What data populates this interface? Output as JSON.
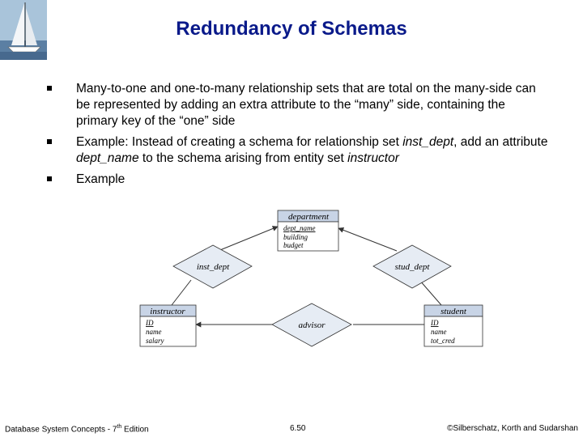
{
  "slide": {
    "title": "Redundancy of Schemas",
    "bullets": {
      "b1": "Many-to-one and one-to-many relationship sets that are total on the many-side can be represented by adding an extra attribute to the “many” side, containing the primary key of the “one” side",
      "b2_pre": "Example: Instead of creating a schema for relationship set ",
      "b2_rel": "inst_dept",
      "b2_mid": ", add an attribute ",
      "b2_attr": "dept_name",
      "b2_mid2": " to the schema arising from entity set ",
      "b2_ent": "instructor",
      "b3": "Example"
    }
  },
  "diagram": {
    "department": {
      "name": "department",
      "attributes": [
        "dept_name",
        "building",
        "budget"
      ]
    },
    "instructor": {
      "name": "instructor",
      "attributes": [
        "ID",
        "name",
        "salary"
      ]
    },
    "student": {
      "name": "student",
      "attributes": [
        "ID",
        "name",
        "tot_cred"
      ]
    },
    "relationships": {
      "inst_dept": "inst_dept",
      "stud_dept": "stud_dept",
      "advisor": "advisor"
    }
  },
  "footer": {
    "left_pre": "Database System Concepts - 7",
    "left_sup": "th",
    "left_post": " Edition",
    "page": "6.50",
    "copyright": "©Silberschatz, Korth and Sudarshan"
  },
  "colors": {
    "title": "#0a1a8a",
    "entity_header": "#c8d4e6",
    "relationship_fill": "#e6ecf4"
  }
}
